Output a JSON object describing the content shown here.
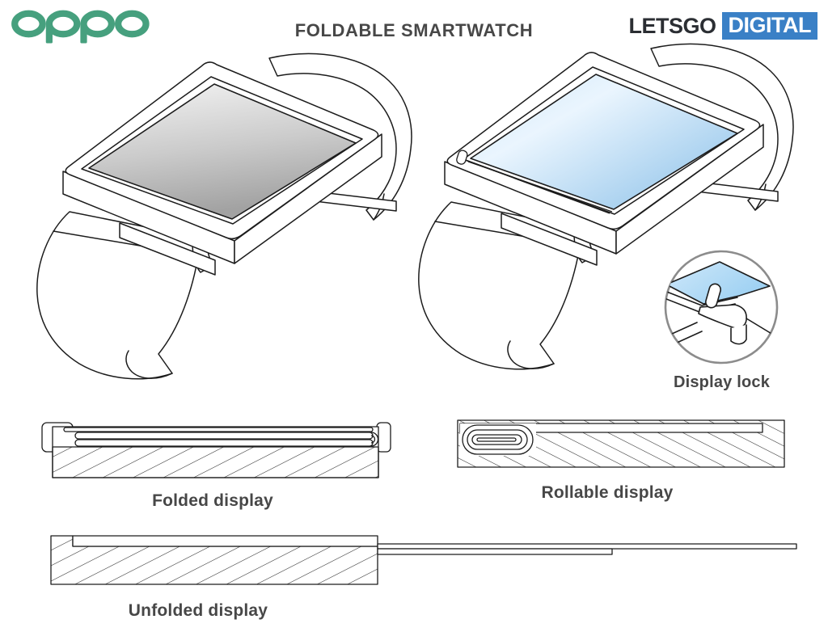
{
  "header": {
    "brand": "oppo",
    "title": "FOLDABLE SMARTWATCH",
    "publisher_name": "LETSGO",
    "publisher_suffix": "DIGITAL"
  },
  "figures": {
    "watch_folded_state": "smartwatch with folded (compact) gray display",
    "watch_unfolded_state": "smartwatch with unfolded (extended) blue display",
    "lock_label": "Display lock",
    "folded_label": "Folded display",
    "rollable_label": "Rollable display",
    "unfolded_label": "Unfolded display"
  },
  "colors": {
    "oppo_green": "#46a07e",
    "lgd_blue": "#3a80c6",
    "lgd_dark": "#2b2e33",
    "text_gray": "#474747",
    "line": "#1c1c1c",
    "screen_gray_light": "#f4f4f4",
    "screen_gray_dark": "#a2a2a2",
    "screen_blue_light": "#eaf5fe",
    "screen_blue_dark": "#8ec2e9"
  }
}
